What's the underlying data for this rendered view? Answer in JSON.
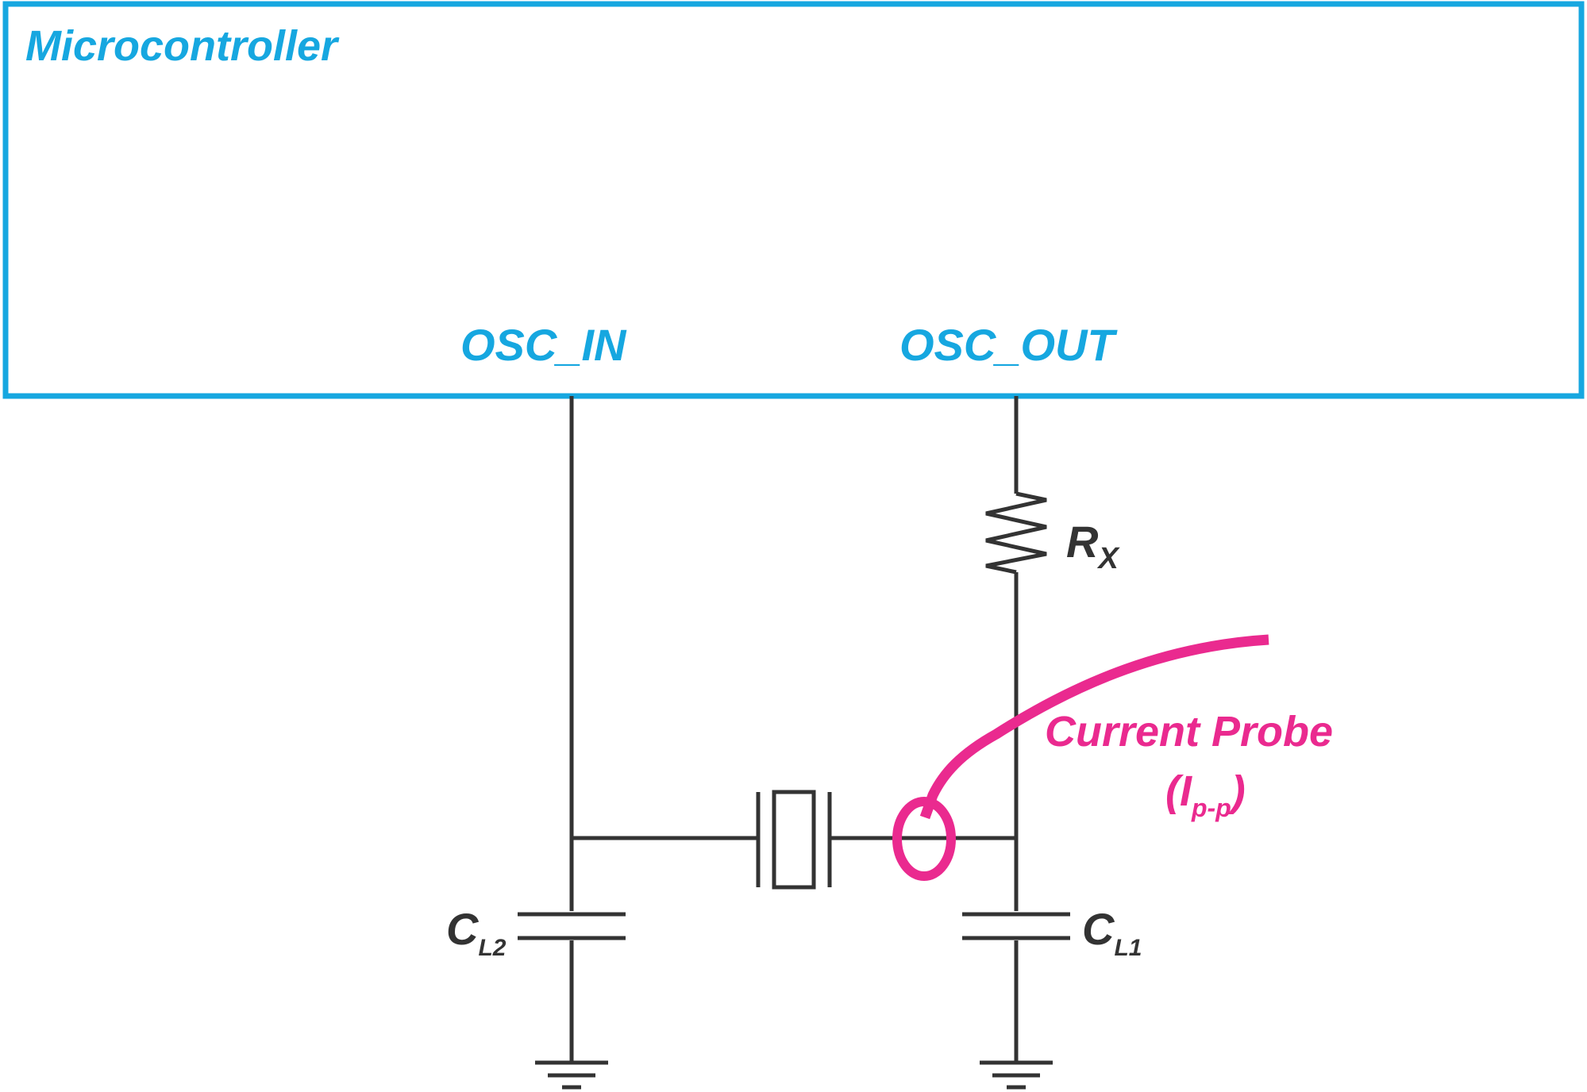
{
  "mcu": {
    "title": "Microcontroller",
    "pin_in": "OSC_IN",
    "pin_out": "OSC_OUT"
  },
  "resistor": {
    "name": "R",
    "sub": "X"
  },
  "cap_left": {
    "name": "C",
    "sub": "L2"
  },
  "cap_right": {
    "name": "C",
    "sub": "L1"
  },
  "probe": {
    "label": "Current Probe",
    "paren_open": "(",
    "sym": "I",
    "sub": "p-p",
    "paren_close": ")"
  },
  "colors": {
    "mcu": "#16a7e0",
    "wire": "#333333",
    "probe": "#ea2a8f"
  },
  "icons": [
    "crystal-icon",
    "resistor-icon",
    "capacitor-icon",
    "ground-icon",
    "current-probe-icon"
  ]
}
